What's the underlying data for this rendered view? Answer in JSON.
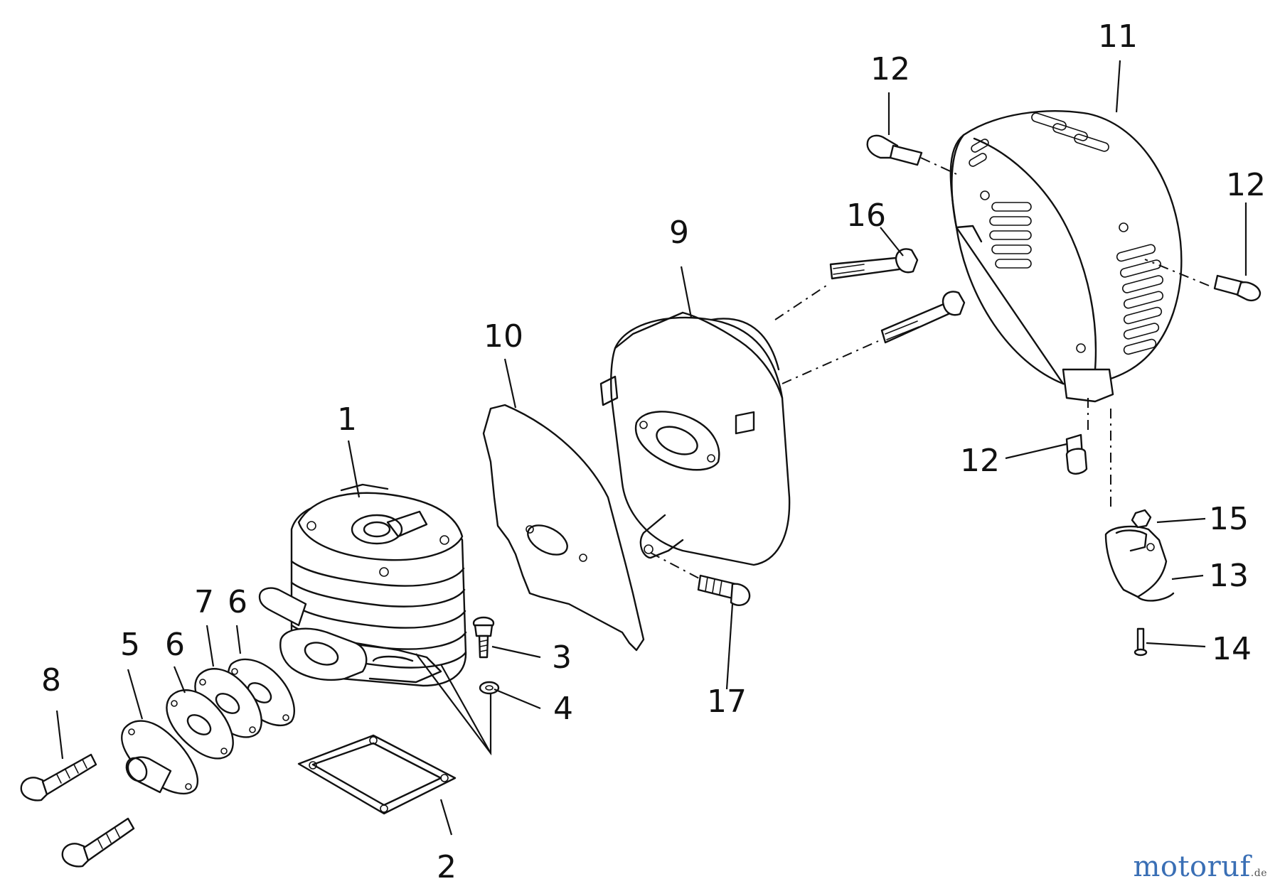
{
  "diagram": {
    "callouts": [
      {
        "id": "c1",
        "label": "1"
      },
      {
        "id": "c2",
        "label": "2"
      },
      {
        "id": "c3",
        "label": "3"
      },
      {
        "id": "c4",
        "label": "4"
      },
      {
        "id": "c5",
        "label": "5"
      },
      {
        "id": "c6a",
        "label": "6"
      },
      {
        "id": "c6b",
        "label": "6"
      },
      {
        "id": "c7",
        "label": "7"
      },
      {
        "id": "c8",
        "label": "8"
      },
      {
        "id": "c9",
        "label": "9"
      },
      {
        "id": "c10",
        "label": "10"
      },
      {
        "id": "c11",
        "label": "11"
      },
      {
        "id": "c12a",
        "label": "12"
      },
      {
        "id": "c12b",
        "label": "12"
      },
      {
        "id": "c12c",
        "label": "12"
      },
      {
        "id": "c13",
        "label": "13"
      },
      {
        "id": "c14",
        "label": "14"
      },
      {
        "id": "c15",
        "label": "15"
      },
      {
        "id": "c16",
        "label": "16"
      },
      {
        "id": "c17",
        "label": "17"
      }
    ]
  },
  "watermark": {
    "text": "motoruf",
    "suffix": ".de",
    "colors": {
      "primary": "#3a6fb5",
      "accent": "#d8302a"
    }
  }
}
